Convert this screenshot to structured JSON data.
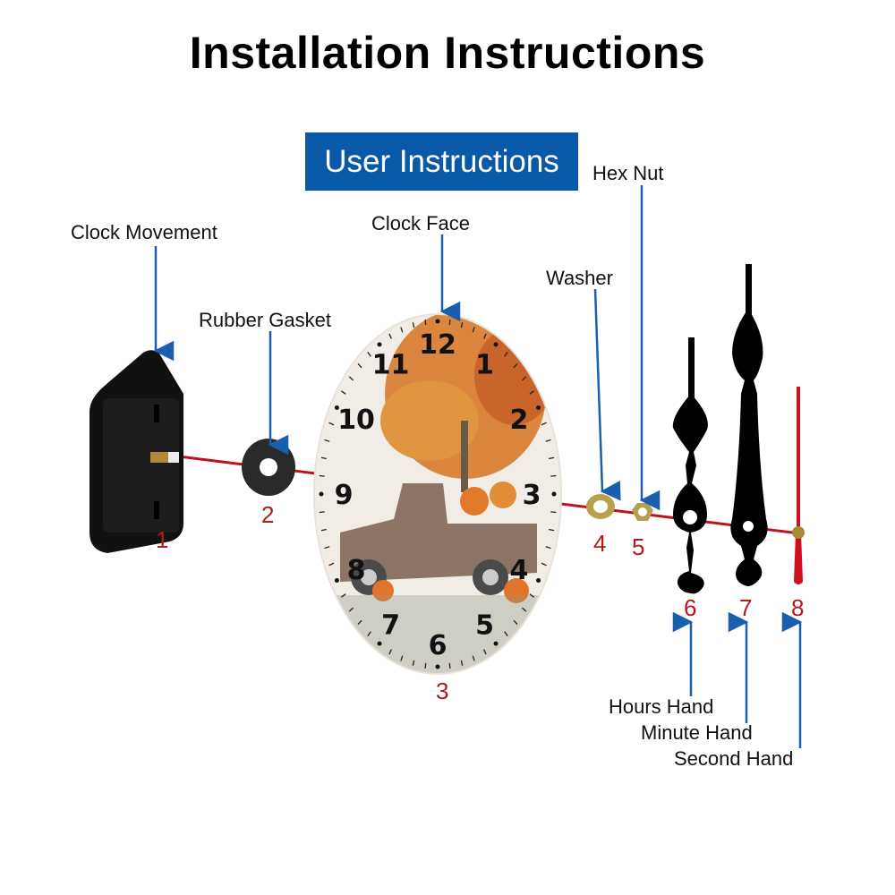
{
  "title": "Installation Instructions",
  "banner": "User Instructions",
  "colors": {
    "banner": "#0a58a8",
    "arrow": "#1a5fae",
    "number": "#b3191f",
    "axis_line": "#c0121a"
  },
  "parts": [
    {
      "number": "1",
      "label": "Clock Movement"
    },
    {
      "number": "2",
      "label": "Rubber Gasket"
    },
    {
      "number": "3",
      "label": "Clock Face"
    },
    {
      "number": "4",
      "label": "Washer"
    },
    {
      "number": "5",
      "label": "Hex Nut"
    },
    {
      "number": "6",
      "label": "Hours Hand"
    },
    {
      "number": "7",
      "label": "Minute Hand"
    },
    {
      "number": "8",
      "label": "Second Hand"
    }
  ],
  "clock_numerals": [
    "12",
    "1",
    "2",
    "3",
    "4",
    "5",
    "6",
    "7",
    "8",
    "9",
    "10",
    "11"
  ]
}
